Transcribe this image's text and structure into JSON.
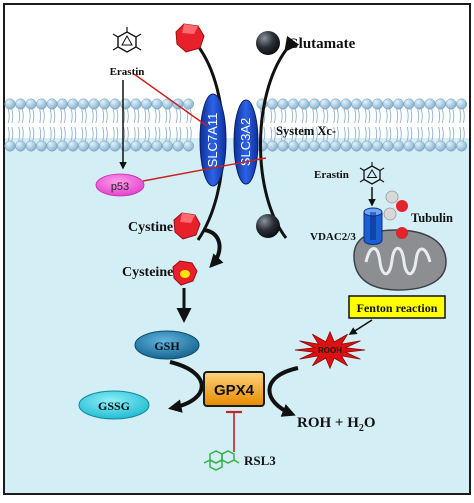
{
  "labels": {
    "glutamate": "Glutamate",
    "erastin_top": "Erastin",
    "erastin_right": "Erastin",
    "slc7a11": "SLC7A11",
    "slc3a2": "SLC3A2",
    "system_xc": "System Xc-",
    "p53": "p53",
    "cystine": "Cystine",
    "cysteine": "Cysteine",
    "tubulin": "Tubulin",
    "vdac": "VDAC2/3",
    "fenton": "Fenton reaction",
    "rooh": "ROOH",
    "gsh": "GSH",
    "gssg": "GSSG",
    "gpx4": "GPX4",
    "roh_h2o": "ROH + H",
    "h2o_sub": "2",
    "h2o_tail": "O",
    "rsl3": "RSL3"
  },
  "colors": {
    "extracellular": "#ffffff",
    "cytoplasm": "#d4eef5",
    "membrane_head": "#9fc4dc",
    "transporter": "#1646c8",
    "cystine": "#e8202a",
    "glutamate": "#2b2f36",
    "p53": "#ef5fd6",
    "gsh": "#1b77a6",
    "gssg": "#2fd0e2",
    "gpx4": "#f3a21c",
    "fenton_box": "#ffff00",
    "rooh_burst": "#dd1111",
    "inhibition": "#cc1f1f",
    "rsl3_molecule": "#36b04a"
  },
  "icons": [
    "erastin-molecule-icon",
    "rsl3-molecule-icon",
    "mitochondrion-icon",
    "cystine-cube-icon",
    "glutamate-sphere-icon"
  ]
}
